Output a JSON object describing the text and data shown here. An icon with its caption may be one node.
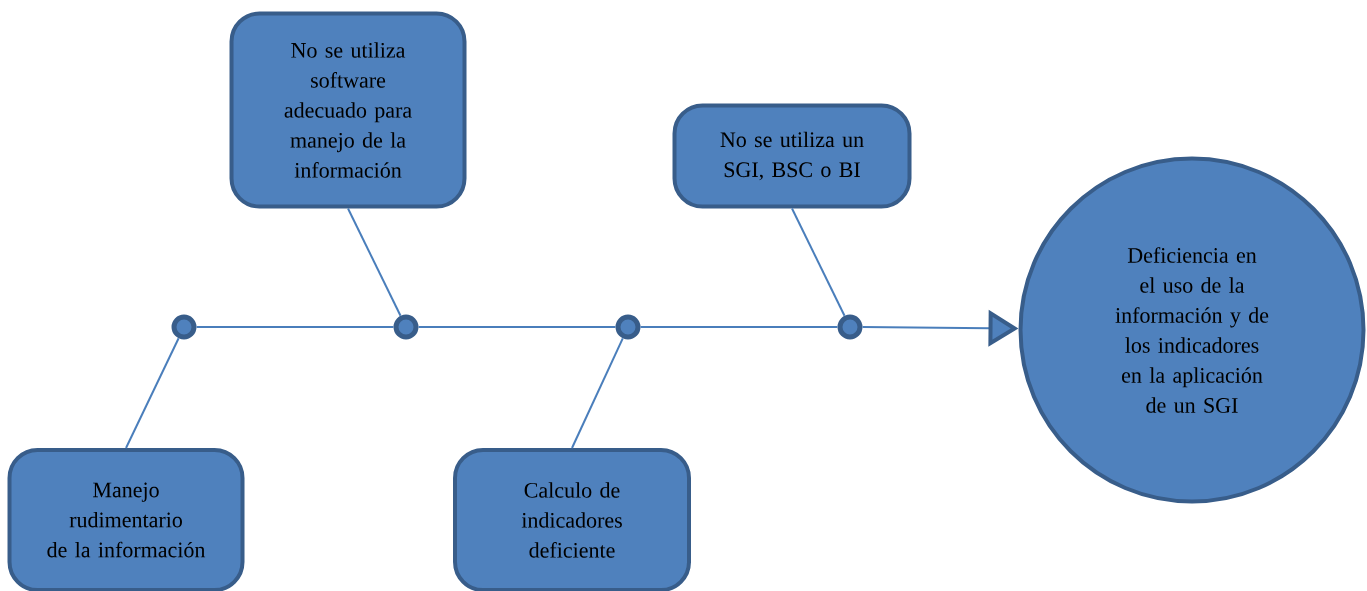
{
  "diagram": {
    "nodes": [
      {
        "text": [
          "No se utiliza software adecuado para manejo de la información"
        ]
      },
      {
        "text": [
          "No se utiliza un SGI, BSC o BI"
        ]
      },
      {
        "text": [
          "Deficiencia en el uso de la información y de los indicadores en la aplicación de un SGI"
        ]
      },
      {
        "text": [
          "Manejo rudimentario de la información"
        ]
      },
      {
        "text": [
          "Calculo de indicadores deficiente"
        ]
      },
      {
        "text": [],
        "shape": "circle"
      },
      {
        "text": [],
        "shape": "circle"
      },
      {
        "text": [],
        "shape": "circle"
      },
      {
        "text": [],
        "shape": "circle"
      }
    ],
    "edges": [
      {
        "from": 5,
        "to": 6,
        "arrow": "none"
      },
      {
        "from": 6,
        "to": 7,
        "arrow": "none"
      },
      {
        "from": 7,
        "to": 8,
        "arrow": "none"
      },
      {
        "from": 8,
        "to": 2,
        "arrow": "to"
      },
      {
        "from": 0,
        "to": 6,
        "arrow": "none"
      },
      {
        "from": 1,
        "to": 8,
        "arrow": "none"
      },
      {
        "from": 3,
        "to": 5,
        "arrow": "none"
      },
      {
        "from": 4,
        "to": 7,
        "arrow": "none"
      }
    ]
  }
}
